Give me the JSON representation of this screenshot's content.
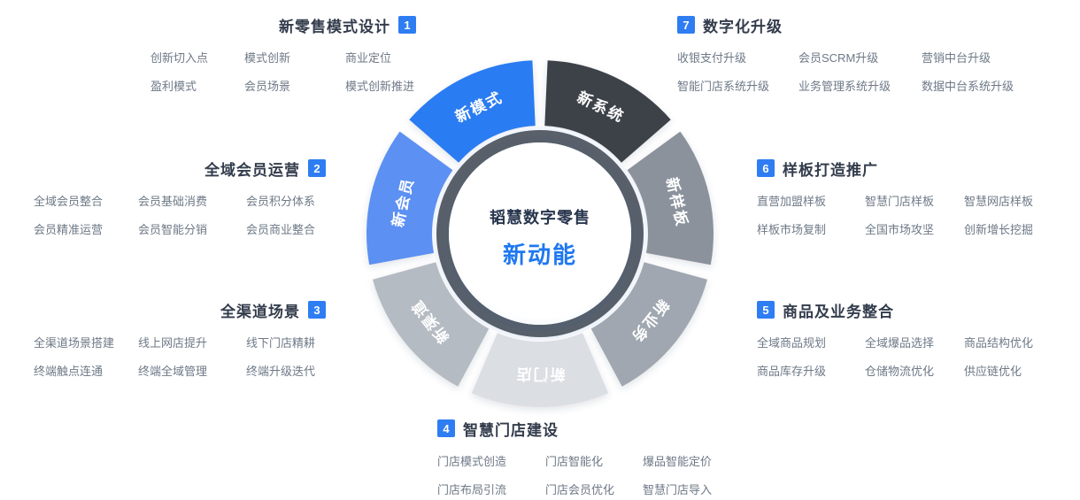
{
  "center": {
    "title": "韬慧数字零售",
    "subtitle": "新动能"
  },
  "colors": {
    "accent_blue": "#2e7df2",
    "ring_gray": "#59606a",
    "center_halo": "#f2f6fc",
    "title_navy": "#333c4c",
    "item_gray": "#6e7987",
    "center_sub_blue": "#1e78f0"
  },
  "wheel": {
    "segments": [
      {
        "label": "新模式",
        "color": "#2a7bf2"
      },
      {
        "label": "新系统",
        "color": "#3c424a"
      },
      {
        "label": "新样板",
        "color": "#8b929c"
      },
      {
        "label": "新业务",
        "color": "#a0a7b0"
      },
      {
        "label": "新门店",
        "color": "#dbdee3"
      },
      {
        "label": "新渠道",
        "color": "#b5bbc2"
      },
      {
        "label": "新会员",
        "color": "#5b90f2"
      }
    ]
  },
  "sections": [
    {
      "number": "1",
      "title": "新零售模式设计",
      "items": [
        "创新切入点",
        "模式创新",
        "商业定位",
        "盈利模式",
        "会员场景",
        "模式创新推进"
      ]
    },
    {
      "number": "2",
      "title": "全域会员运营",
      "items": [
        "全域会员整合",
        "会员基础消费",
        "会员积分体系",
        "会员精准运营",
        "会员智能分销",
        "会员商业整合"
      ]
    },
    {
      "number": "3",
      "title": "全渠道场景",
      "items": [
        "全渠道场景搭建",
        "线上网店提升",
        "线下门店精耕",
        "终端触点连通",
        "终端全域管理",
        "终端升级迭代"
      ]
    },
    {
      "number": "4",
      "title": "智慧门店建设",
      "items": [
        "门店模式创造",
        "门店智能化",
        "爆品智能定价",
        "门店布局引流",
        "门店会员优化",
        "智慧门店导入"
      ]
    },
    {
      "number": "5",
      "title": "商品及业务整合",
      "items": [
        "全域商品规划",
        "全域爆品选择",
        "商品结构优化",
        "商品库存升级",
        "仓储物流优化",
        "供应链优化"
      ]
    },
    {
      "number": "6",
      "title": "样板打造推广",
      "items": [
        "直营加盟样板",
        "智慧门店样板",
        "智慧网店样板",
        "样板市场复制",
        "全国市场攻坚",
        "创新增长挖掘"
      ]
    },
    {
      "number": "7",
      "title": "数字化升级",
      "items": [
        "收银支付升级",
        "会员SCRM升级",
        "营销中台升级",
        "智能门店系统升级",
        "业务管理系统升级",
        "数据中台系统升级"
      ]
    }
  ]
}
